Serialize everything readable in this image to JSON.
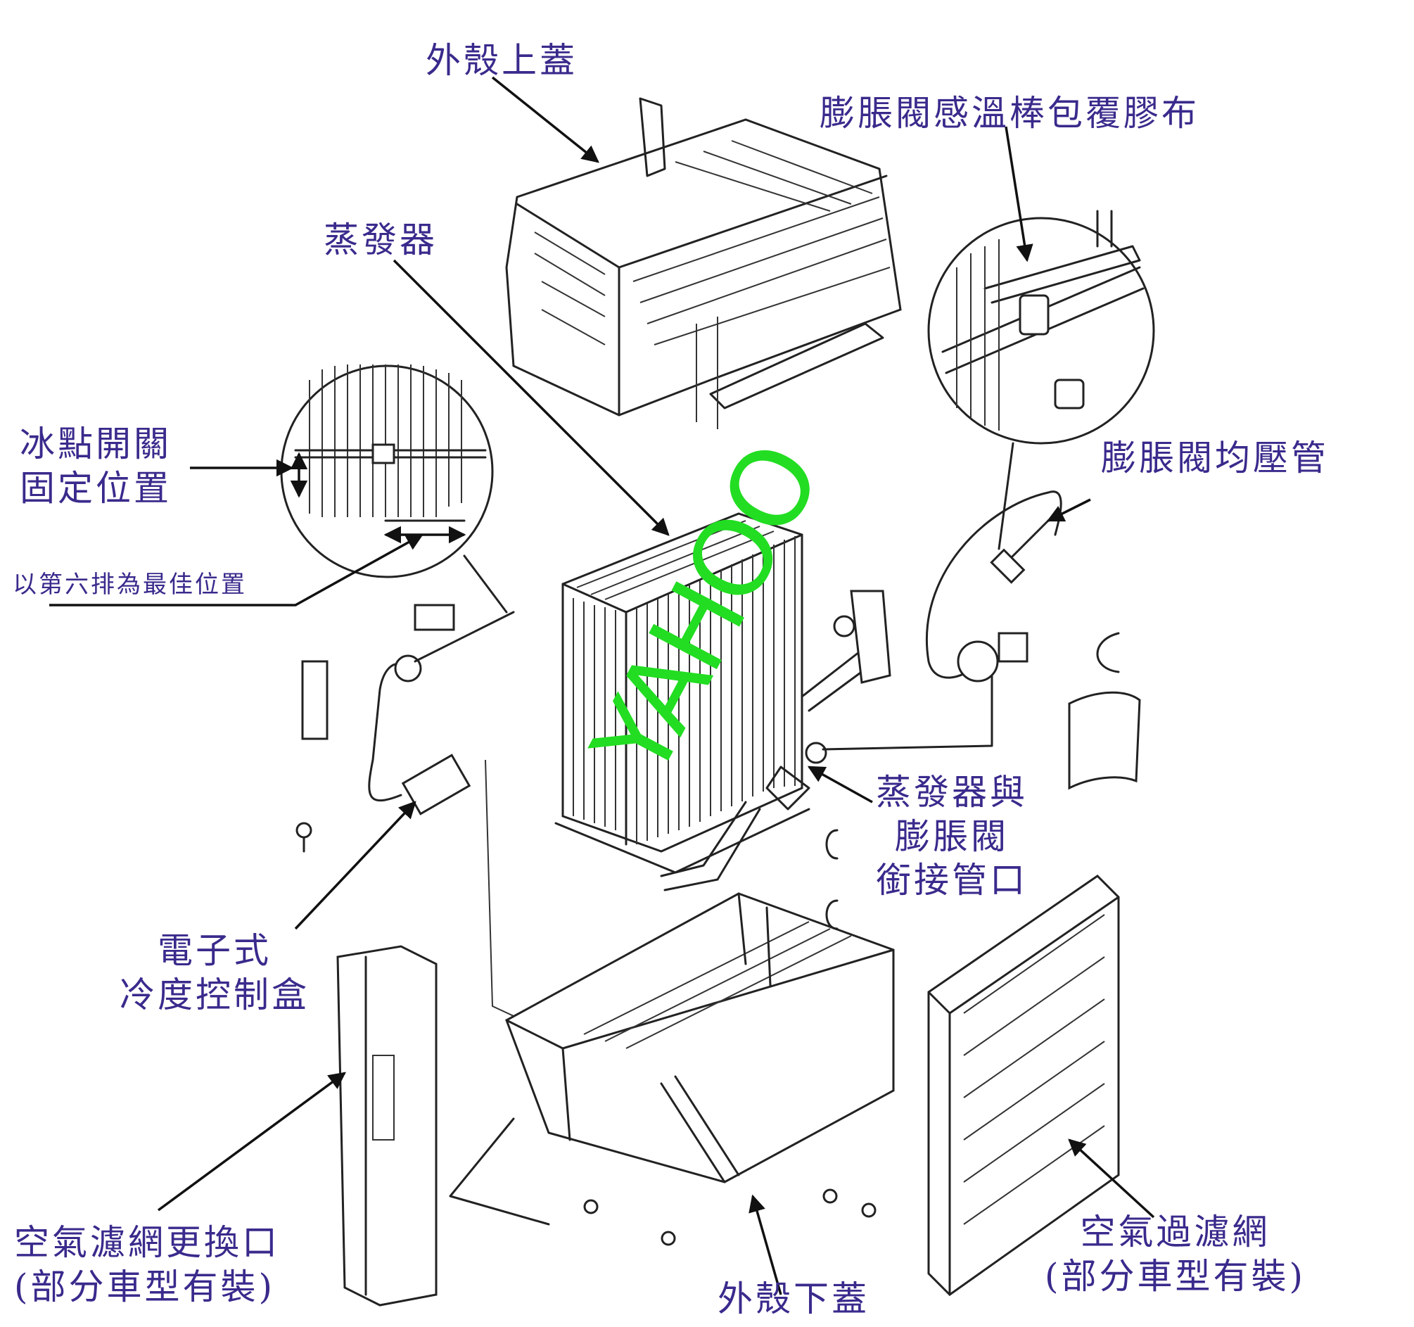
{
  "labels": {
    "shell_top": "外殼上蓋",
    "valve_bulb_tape": "膨脹閥感溫棒包覆膠布",
    "evaporator": "蒸發器",
    "freeze_switch_lines": [
      "冰點開關",
      "固定位置"
    ],
    "best_position": "以第六排為最佳位置",
    "valve_equalizer": "膨脹閥均壓管",
    "evap_valve_joint_lines": [
      "蒸發器與",
      "膨脹閥",
      "銜接管口"
    ],
    "control_box_lines": [
      "電子式",
      "冷度控制盒"
    ],
    "filter_port_lines": [
      "空氣濾網更換口",
      "(部分車型有裝)"
    ],
    "air_filter_lines": [
      "空氣過濾網",
      "(部分車型有裝)"
    ],
    "shell_bottom": "外殼下蓋"
  },
  "watermark": "YAHOO",
  "colors": {
    "label_text": "#3a2a8c",
    "watermark": "#22dd22",
    "line_art": "#222222"
  }
}
